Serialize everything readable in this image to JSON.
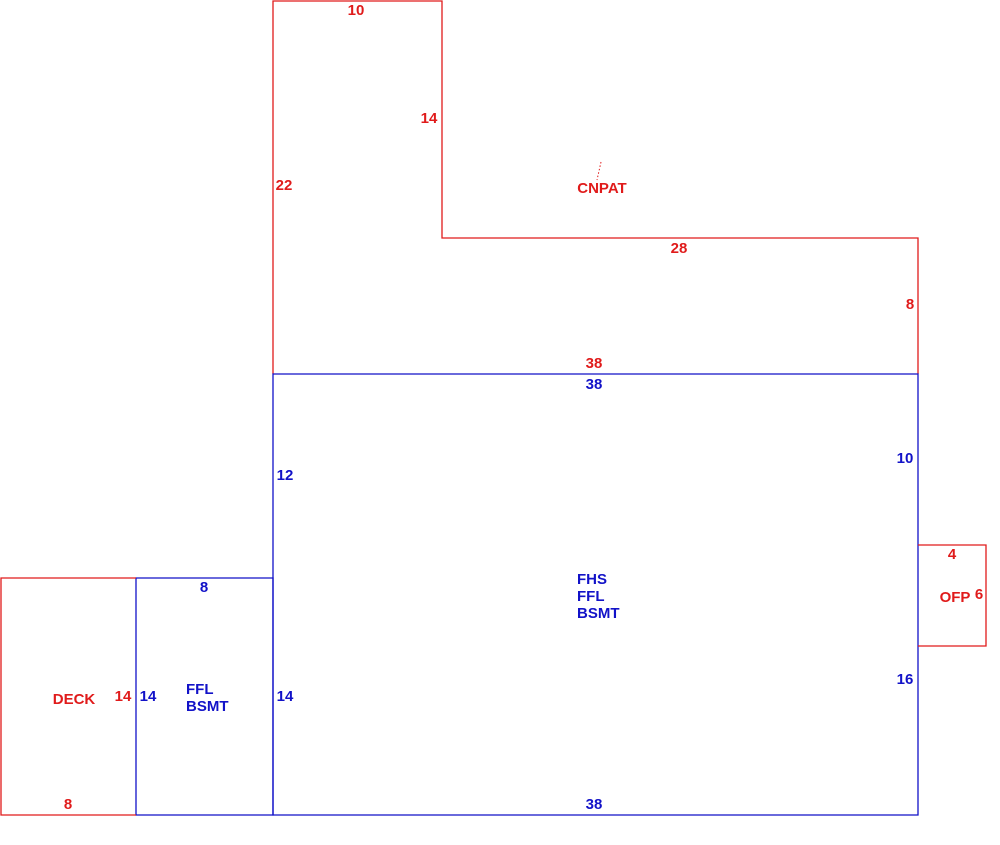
{
  "colors": {
    "area_outline": "#e01b1b",
    "living_outline": "#1212c8"
  },
  "areas": {
    "cnpat": {
      "name": "CNPAT",
      "dims": {
        "top": "10",
        "left": "22",
        "inner_step": "14",
        "step_top": "28",
        "right": "8",
        "bottom": "38"
      }
    },
    "main": {
      "lines": [
        "FHS",
        "FFL",
        "BSMT"
      ],
      "dims": {
        "top": "38",
        "left_upper": "12",
        "left_lower": "14",
        "right_upper": "10",
        "right_lower": "16",
        "bottom": "38"
      }
    },
    "wing": {
      "lines": [
        "FFL",
        "BSMT"
      ],
      "dims": {
        "top": "8",
        "left": "14"
      }
    },
    "deck": {
      "name": "DECK",
      "dims": {
        "right": "14",
        "bottom": "8"
      }
    },
    "ofp": {
      "name": "OFP",
      "dims": {
        "top": "4",
        "right": "6"
      }
    }
  }
}
